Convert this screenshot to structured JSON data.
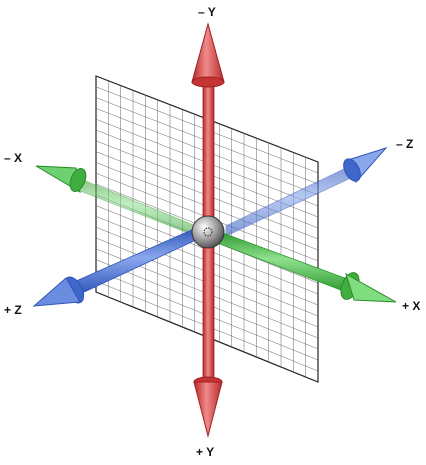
{
  "labels": {
    "neg_y": "– Y",
    "pos_y": "+ Y",
    "neg_x": "– X",
    "pos_x": "+ X",
    "neg_z": "– Z",
    "pos_z": "+ Z"
  },
  "colors": {
    "x_axis": "#3fae3f",
    "y_axis": "#d64545",
    "z_axis": "#3f67c9",
    "grid": "#666666",
    "origin": "#8a8a8a"
  },
  "icons": {
    "origin": "sphere-icon"
  }
}
